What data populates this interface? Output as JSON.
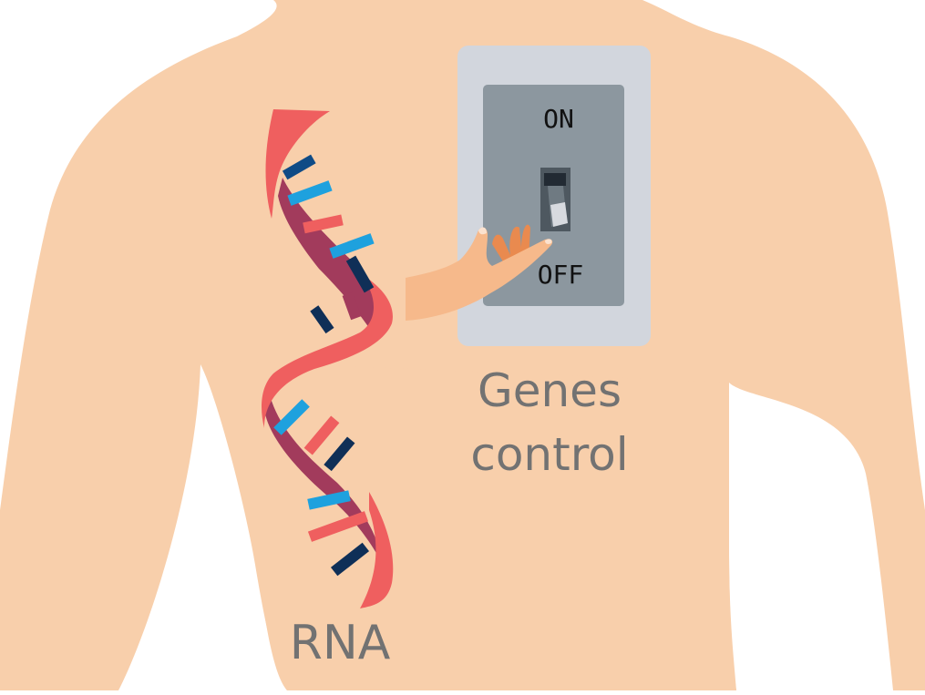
{
  "illustration": {
    "subject": "torso",
    "labels": {
      "rna": "RNA",
      "genes_line1": "Genes",
      "genes_line2": "control"
    },
    "switch": {
      "on_label": "ON",
      "off_label": "OFF",
      "state": "off"
    },
    "colors": {
      "background": "#ffffff",
      "skin": "#f8cfab",
      "switch_plate": "#d2d6dd",
      "switch_panel": "#8c979f",
      "toggle_dark": "#4e5860",
      "toggle_light": "#d7dadf",
      "label_text": "#727272",
      "rna_strand_front": "#ef5f5f",
      "rna_strand_back": "#a23b5c",
      "base_light_blue": "#1ea1de",
      "base_coral": "#ef5f5f",
      "base_navy": "#0f2f57",
      "hand": "#f6b98b",
      "hand_fingers_back": "#e98a4f"
    }
  }
}
